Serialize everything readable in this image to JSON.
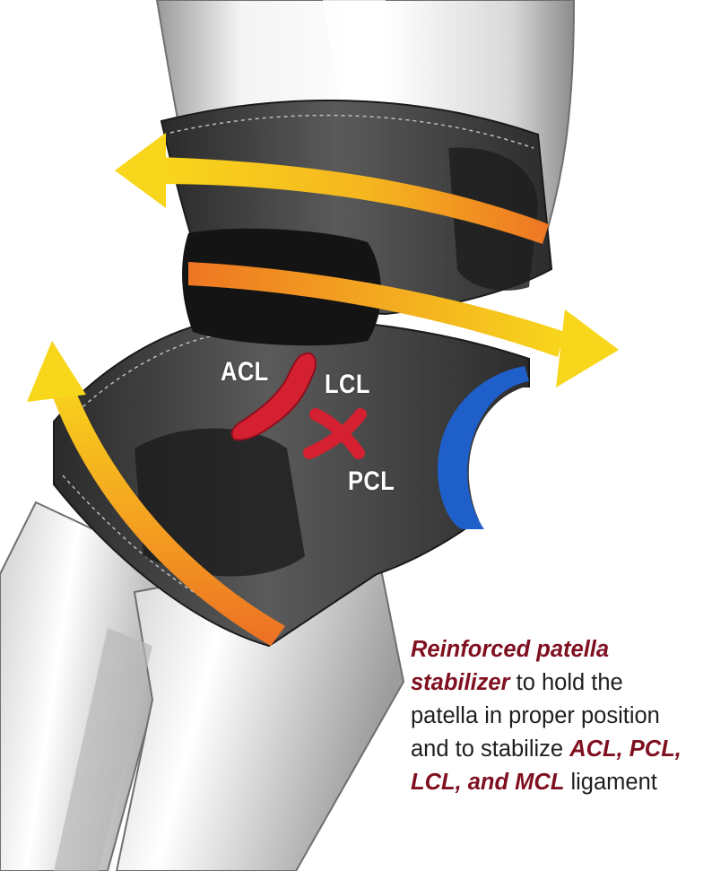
{
  "colors": {
    "ligament_red": "#d42030",
    "arrow_yellow": "#f7d21a",
    "arrow_orange": "#ee7a22",
    "stabilizer_blue": "#1f5fc9",
    "brace_dark": "#2e2e2e",
    "caption_accent": "#7f1020"
  },
  "labels": {
    "acl": "ACL",
    "lcl": "LCL",
    "pcl": "PCL"
  },
  "caption": {
    "line1_em": "Reinforced patella",
    "line2_em": "stabilizer",
    "line2_rest": " to hold the",
    "line3": "patella in proper position",
    "line4_pre": "and to stabilize ",
    "line4_em": "ACL, PCL,",
    "line5_em": "LCL, and MCL",
    "line5_rest": " ligament"
  }
}
